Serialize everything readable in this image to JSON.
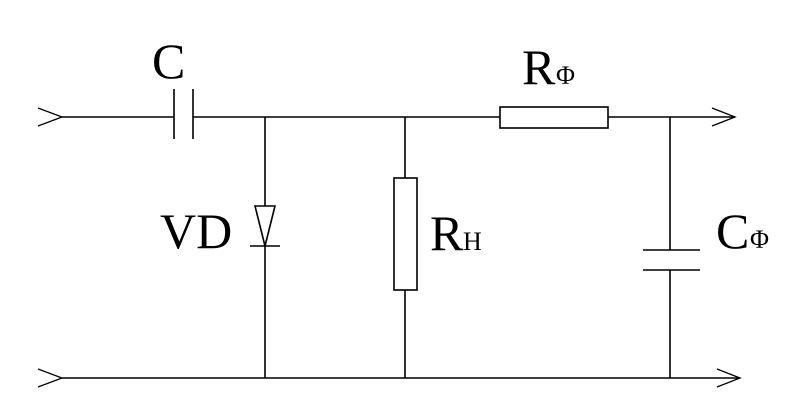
{
  "labels": {
    "c": "C",
    "vd": "VD",
    "r_h_main": "R",
    "r_h_sub": "H",
    "r_phi_main": "R",
    "r_phi_sub": "Φ",
    "c_phi_main": "C",
    "c_phi_sub": "Φ"
  },
  "components": [
    {
      "id": "C",
      "kind": "capacitor"
    },
    {
      "id": "VD",
      "kind": "diode"
    },
    {
      "id": "RH",
      "kind": "resistor"
    },
    {
      "id": "RΦ",
      "kind": "resistor"
    },
    {
      "id": "CΦ",
      "kind": "capacitor"
    }
  ],
  "colors": {
    "stroke": "#000000",
    "background": "#ffffff"
  }
}
